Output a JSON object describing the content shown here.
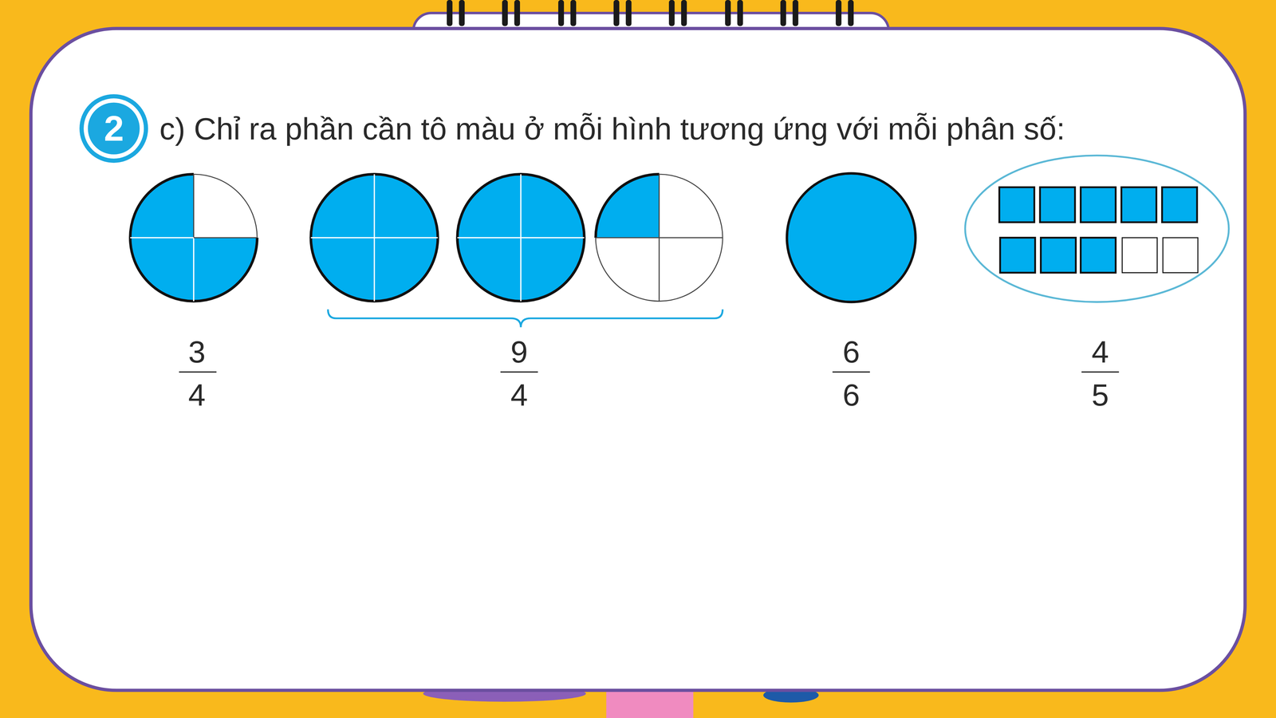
{
  "diagram": {
    "title": "c) Chỉ ra phần cần tô màu ở mỗi hình tương ứng với mỗi phân số:",
    "nodes": [
      {
        "text": [
          "2"
        ]
      }
    ],
    "labels": [
      "3",
      "4",
      "9",
      "4",
      "6",
      "6",
      "4",
      "5"
    ]
  }
}
